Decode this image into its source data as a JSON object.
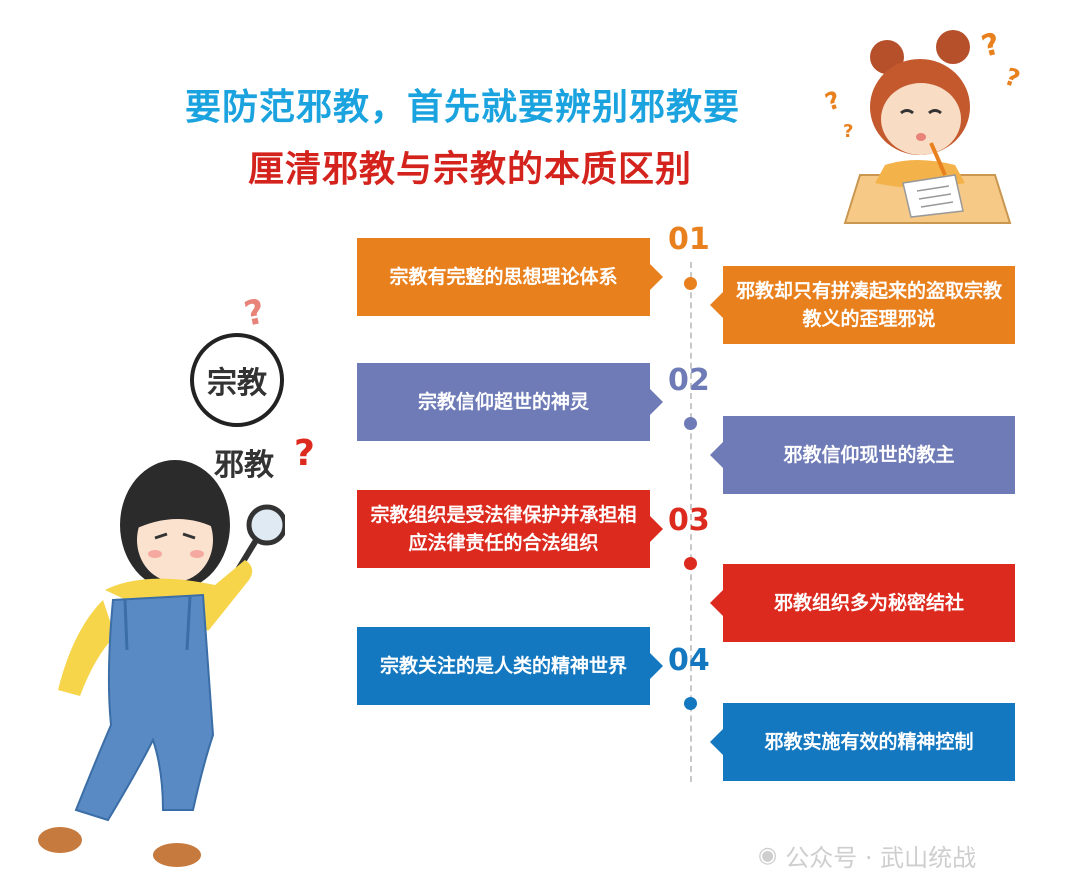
{
  "title_line1": "要防范邪教，首先就要辨别邪教要",
  "title_line2": "厘清邪教与宗教的本质区别",
  "colors": {
    "orange": "#e9801e",
    "purple": "#6f7bb6",
    "red": "#dc2a1f",
    "blue": "#1478c0",
    "title_blue": "#1aa3de",
    "title_red": "#d4231d"
  },
  "sign": {
    "religion": "宗教",
    "cult": "邪教",
    "question_marks": [
      "?",
      "?"
    ]
  },
  "items": [
    {
      "num": "01",
      "religion": "宗教有完整的思想理论体系",
      "cult": "邪教却只有拼凑起来的盗取宗教教义的歪理邪说"
    },
    {
      "num": "02",
      "religion": "宗教信仰超世的神灵",
      "cult": "邪教信仰现世的教主"
    },
    {
      "num": "03",
      "religion": "宗教组织是受法律保护并承担相应法律责任的合法组织",
      "cult": "邪教组织多为秘密结社"
    },
    {
      "num": "04",
      "religion": "宗教关注的是人类的精神世界",
      "cult": "邪教实施有效的精神控制"
    }
  ],
  "watermark": {
    "icon": "wechat-icon",
    "text": "公众号 · 武山统战"
  }
}
